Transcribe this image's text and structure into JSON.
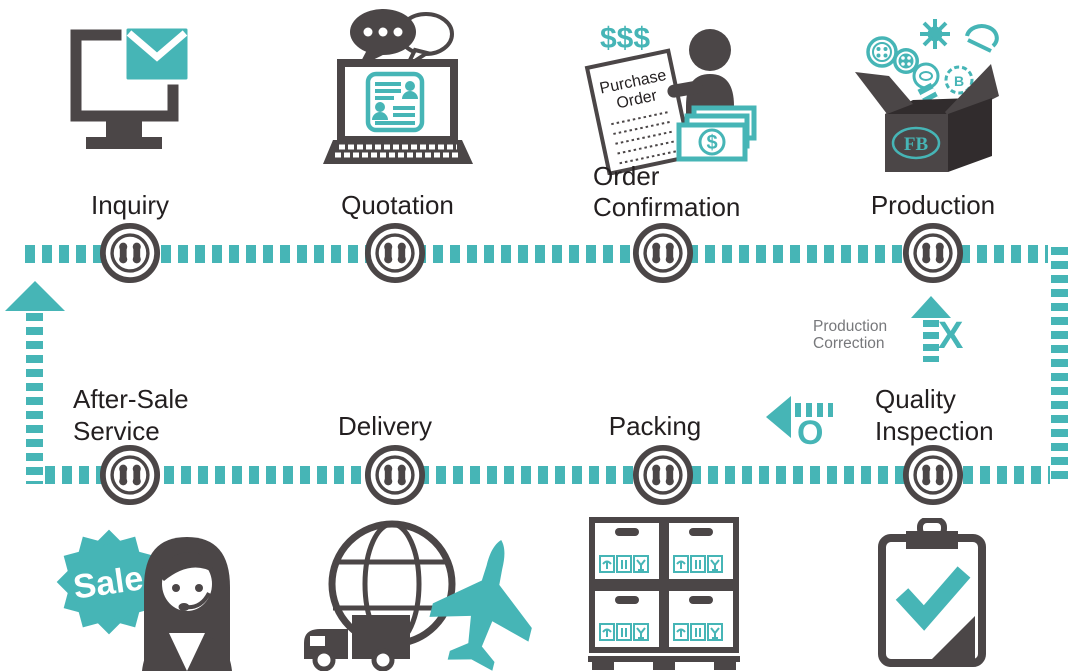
{
  "colors": {
    "teal": "#46b5b6",
    "dark": "#4b4647",
    "dark_deep": "#312c2d",
    "ink": "#231f20",
    "gray_text": "#77787b"
  },
  "stages": {
    "inquiry": {
      "label": "Inquiry"
    },
    "quotation": {
      "label": "Quotation"
    },
    "order_confirmation": {
      "line1": "Order",
      "line2": "Confirmation"
    },
    "production": {
      "label": "Production"
    },
    "quality_inspection": {
      "line1": "Quality",
      "line2": "Inspection"
    },
    "packing": {
      "label": "Packing"
    },
    "delivery": {
      "label": "Delivery"
    },
    "after_sale_service": {
      "line1": "After-Sale",
      "line2": "Service"
    }
  },
  "feedback": {
    "production_correction": {
      "line1": "Production",
      "line2": "Correction",
      "fail_mark": "X"
    },
    "pass_mark": "O"
  },
  "icon_texts": {
    "dollars": "$$$",
    "purchase_order_line1": "Purchase",
    "purchase_order_line2": "Order",
    "bill_dollar": "$",
    "sale_badge": "Sale",
    "box_logo": "FB",
    "button_letter": "B"
  }
}
